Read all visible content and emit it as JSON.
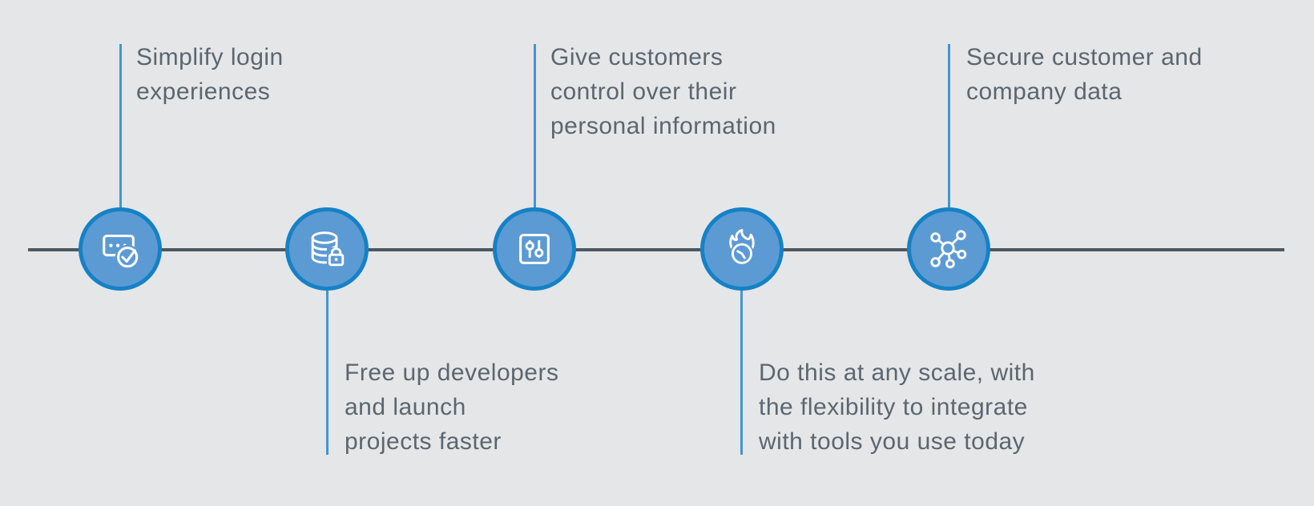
{
  "colors": {
    "background": "#e5e6e7",
    "timeline_line": "#515b64",
    "connector": "#3f96d3",
    "node_fill": "#5c9ad3",
    "node_border": "#1581c6",
    "icon": "#ffffff",
    "text": "#5b6670"
  },
  "milestones": [
    {
      "icon": "password-check-icon",
      "label_position": "above",
      "lines": [
        "Simplify login",
        "experiences"
      ]
    },
    {
      "icon": "database-lock-icon",
      "label_position": "below",
      "lines": [
        "Free up developers",
        "and launch",
        "projects faster"
      ]
    },
    {
      "icon": "sliders-icon",
      "label_position": "above",
      "lines": [
        "Give customers",
        "control over their",
        "personal information"
      ]
    },
    {
      "icon": "flame-clock-icon",
      "label_position": "below",
      "lines": [
        "Do this at any scale, with",
        "the flexibility to integrate",
        "with tools you use today"
      ]
    },
    {
      "icon": "network-hub-icon",
      "label_position": "above",
      "lines": [
        "Secure customer and",
        "company data"
      ]
    }
  ]
}
